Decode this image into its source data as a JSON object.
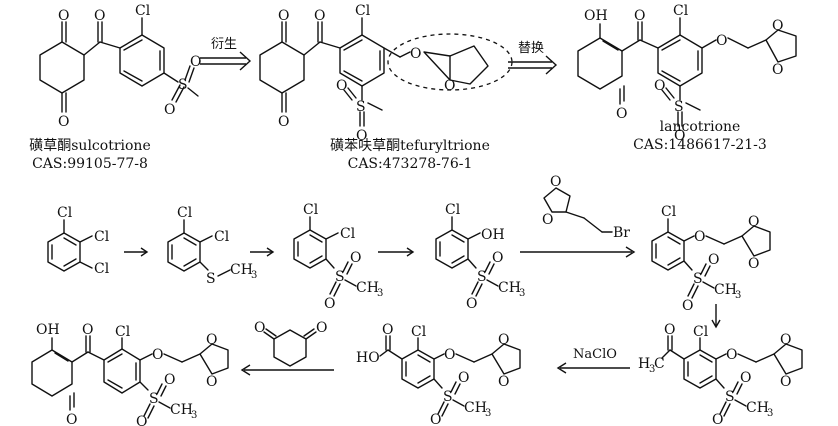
{
  "top": {
    "sulcotrione": {
      "name": "磺草酮sulcotrione",
      "cas": "CAS:99105-77-8"
    },
    "tefuryltrione": {
      "name": "磺苯呋草酮tefuryltrione",
      "cas": "CAS:473278-76-1"
    },
    "lancotrione": {
      "name": "lancotrione",
      "cas": "CAS:1486617-21-3"
    },
    "arrow1_label": "衍生",
    "arrow2_label": "替换"
  },
  "synthesis": {
    "reagent_naclo": "NaClO"
  },
  "atoms": {
    "Cl": "Cl",
    "O": "O",
    "S": "S",
    "OH": "OH",
    "HO": "HO",
    "Br": "Br",
    "CH": "CH",
    "H": "H",
    "C": "C",
    "sub3": "3"
  }
}
